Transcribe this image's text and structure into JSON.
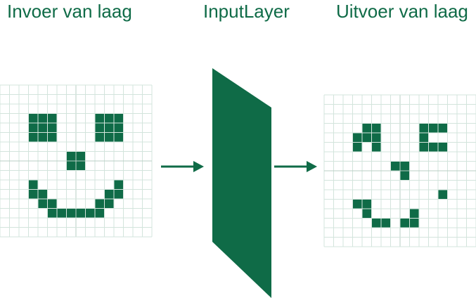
{
  "labels": {
    "input_title": "Invoer van laag",
    "layer_title": "InputLayer",
    "output_title": "Uitvoer van laag"
  },
  "colors": {
    "accent": "#0f6b47",
    "grid_line": "#d3e4dc",
    "grid_mid_line": "#b9cfc5"
  },
  "input_grid": {
    "cols": 16,
    "rows": 16,
    "filled": [
      [
        3,
        3
      ],
      [
        4,
        3
      ],
      [
        5,
        3
      ],
      [
        10,
        3
      ],
      [
        11,
        3
      ],
      [
        12,
        3
      ],
      [
        3,
        4
      ],
      [
        4,
        4
      ],
      [
        5,
        4
      ],
      [
        10,
        4
      ],
      [
        11,
        4
      ],
      [
        12,
        4
      ],
      [
        3,
        5
      ],
      [
        4,
        5
      ],
      [
        5,
        5
      ],
      [
        10,
        5
      ],
      [
        11,
        5
      ],
      [
        12,
        5
      ],
      [
        7,
        7
      ],
      [
        8,
        7
      ],
      [
        7,
        8
      ],
      [
        8,
        8
      ],
      [
        3,
        10
      ],
      [
        12,
        10
      ],
      [
        3,
        11
      ],
      [
        4,
        11
      ],
      [
        11,
        11
      ],
      [
        12,
        11
      ],
      [
        4,
        12
      ],
      [
        5,
        12
      ],
      [
        10,
        12
      ],
      [
        11,
        12
      ],
      [
        5,
        13
      ],
      [
        6,
        13
      ],
      [
        7,
        13
      ],
      [
        8,
        13
      ],
      [
        9,
        13
      ],
      [
        10,
        13
      ]
    ]
  },
  "output_grid": {
    "cols": 16,
    "rows": 16,
    "filled": [
      [
        4,
        3
      ],
      [
        5,
        3
      ],
      [
        10,
        3
      ],
      [
        11,
        3
      ],
      [
        12,
        3
      ],
      [
        3,
        4
      ],
      [
        4,
        4
      ],
      [
        5,
        4
      ],
      [
        10,
        4
      ],
      [
        3,
        5
      ],
      [
        5,
        5
      ],
      [
        10,
        5
      ],
      [
        11,
        5
      ],
      [
        12,
        5
      ],
      [
        7,
        7
      ],
      [
        8,
        7
      ],
      [
        8,
        8
      ],
      [
        12,
        10
      ],
      [
        3,
        11
      ],
      [
        4,
        11
      ],
      [
        4,
        12
      ],
      [
        9,
        12
      ],
      [
        5,
        13
      ],
      [
        6,
        13
      ],
      [
        8,
        13
      ],
      [
        9,
        13
      ]
    ]
  }
}
